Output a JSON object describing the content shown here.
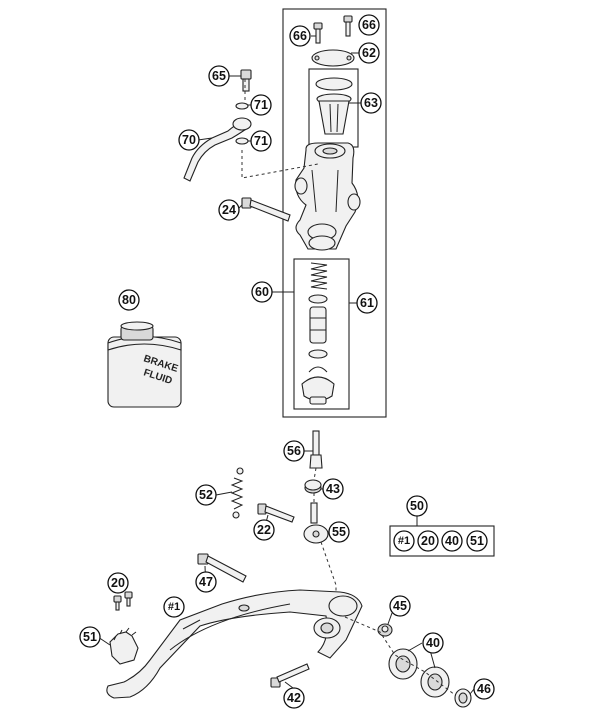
{
  "labels": {
    "p66a": "66",
    "p66b": "66",
    "p62": "62",
    "p63": "63",
    "p65": "65",
    "p71a": "71",
    "p70": "70",
    "p71b": "71",
    "p24": "24",
    "p60": "60",
    "p61": "61",
    "p80": "80",
    "p56": "56",
    "p43": "43",
    "p52": "52",
    "p22": "22",
    "p55": "55",
    "p50": "50",
    "p20": "20",
    "p47": "47",
    "p45": "45",
    "p1": "#1",
    "p51": "51",
    "p40": "40",
    "p46": "46",
    "p42": "42"
  },
  "kit_50": [
    "#1",
    "20",
    "40",
    "51"
  ],
  "bottle_text": [
    "BRAKE",
    "FLUID"
  ]
}
